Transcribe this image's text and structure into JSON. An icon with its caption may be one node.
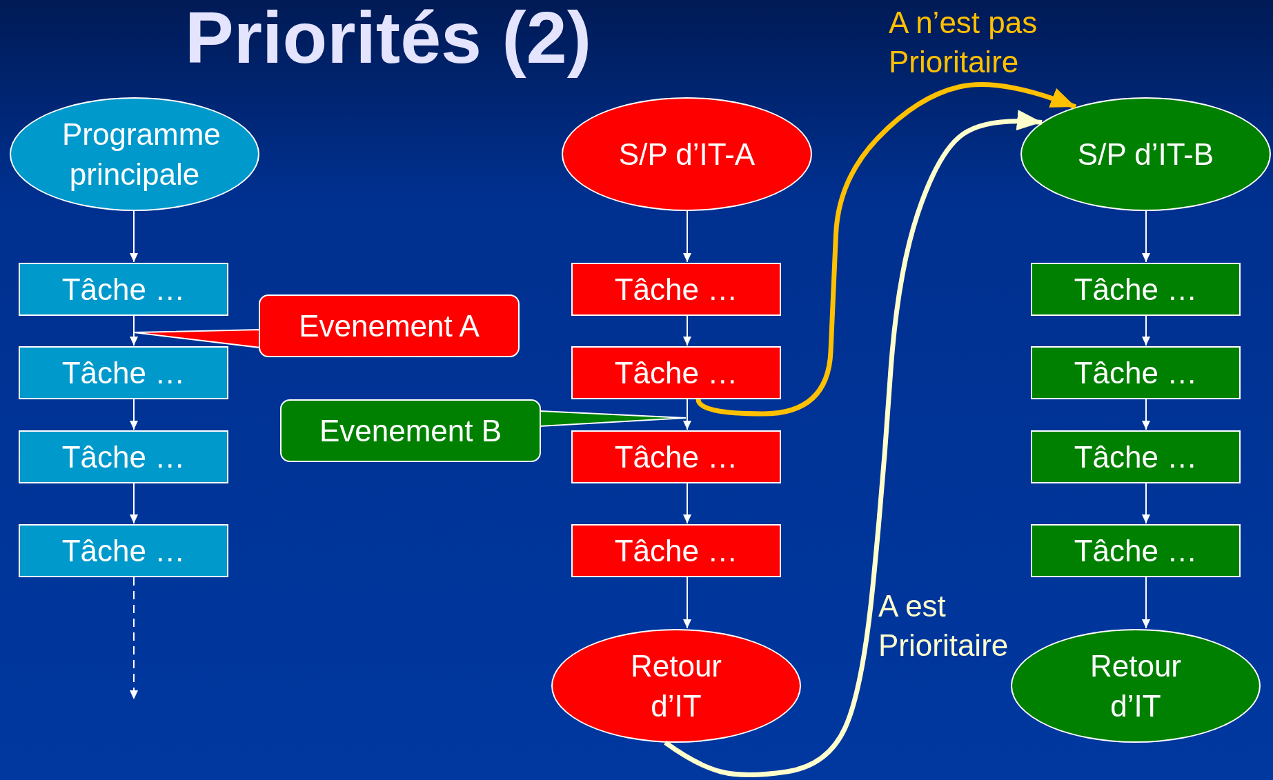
{
  "diagram": {
    "title": "Priorités (2)",
    "nodes": [
      {
        "text": [
          "Programme principale"
        ]
      },
      {
        "text": [
          "Tâche …"
        ]
      },
      {
        "text": [
          "Tâche …"
        ]
      },
      {
        "text": [
          "Tâche …"
        ]
      },
      {
        "text": [
          "Tâche …"
        ]
      },
      {
        "text": [
          "Evenement A"
        ]
      },
      {
        "text": [
          "S/P d’IT-A"
        ]
      },
      {
        "text": [
          "Tâche …"
        ]
      },
      {
        "text": [
          "Tâche …"
        ]
      },
      {
        "text": [
          "Tâche …"
        ]
      },
      {
        "text": [
          "Tâche …"
        ]
      },
      {
        "text": [
          "Retour d’IT"
        ]
      },
      {
        "text": [
          "Evenement B"
        ]
      },
      {
        "text": [
          "S/P d’IT-B"
        ]
      },
      {
        "text": [
          "Tâche …"
        ]
      },
      {
        "text": [
          "Tâche …"
        ]
      },
      {
        "text": [
          "Tâche …"
        ]
      },
      {
        "text": [
          "Tâche …"
        ]
      },
      {
        "text": [
          "Retour d’IT"
        ]
      },
      {
        "text": [],
        "shape": "triangle"
      },
      {
        "text": [],
        "shape": "triangle"
      }
    ],
    "edges": [
      {
        "from": 0,
        "to": 1,
        "arrow": "to"
      },
      {
        "from": 1,
        "to": 2,
        "arrow": "to"
      },
      {
        "from": 2,
        "to": 3,
        "arrow": "to"
      },
      {
        "from": 3,
        "to": 4,
        "arrow": "to"
      },
      {
        "from": 4,
        "to": null,
        "arrow": "to",
        "style": "dashed"
      },
      {
        "from": 6,
        "to": 7,
        "arrow": "to"
      },
      {
        "from": 7,
        "to": 8,
        "arrow": "to"
      },
      {
        "from": 8,
        "to": 9,
        "arrow": "to"
      },
      {
        "from": 9,
        "to": 10,
        "arrow": "to"
      },
      {
        "from": 10,
        "to": 11,
        "arrow": "to"
      },
      {
        "from": 13,
        "to": 14,
        "arrow": "to"
      },
      {
        "from": 14,
        "to": 15,
        "arrow": "to"
      },
      {
        "from": 15,
        "to": 16,
        "arrow": "to"
      },
      {
        "from": 16,
        "to": 17,
        "arrow": "to"
      },
      {
        "from": 17,
        "to": 18,
        "arrow": "to"
      },
      {
        "from": 8,
        "to": 13,
        "arrow": "to",
        "label": "A n’est pas Prioritaire",
        "style": "thick",
        "color": "#ffc000"
      },
      {
        "from": 11,
        "to": 13,
        "arrow": "to",
        "label": "A est Prioritaire",
        "style": "thick",
        "color": "#ffffcc"
      }
    ]
  }
}
